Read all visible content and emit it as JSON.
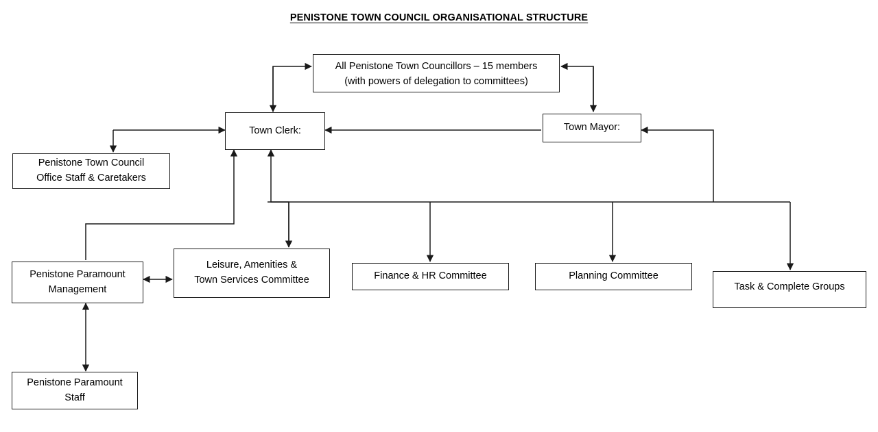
{
  "document": {
    "title": "PENISTONE TOWN COUNCIL ORGANISATIONAL STRUCTURE"
  },
  "chart_data": {
    "type": "diagram",
    "diagram_type": "organisational-chart",
    "title": "PENISTONE TOWN COUNCIL ORGANISATIONAL STRUCTURE",
    "orientation": "top-down",
    "node_count": 11,
    "nodes": [
      {
        "id": "councillors",
        "lines": [
          "All Penistone Town Councillors – 15 members",
          "(with powers of delegation to committees)"
        ],
        "level": 1
      },
      {
        "id": "town-clerk",
        "lines": [
          "Town Clerk:"
        ],
        "level": 2
      },
      {
        "id": "town-mayor",
        "lines": [
          "Town Mayor:"
        ],
        "level": 2
      },
      {
        "id": "office-staff",
        "lines": [
          "Penistone Town Council",
          "Office Staff & Caretakers"
        ],
        "level": 3
      },
      {
        "id": "paramount-management",
        "lines": [
          "Penistone Paramount",
          "Management"
        ],
        "level": 4
      },
      {
        "id": "leisure-committee",
        "lines": [
          "Leisure, Amenities &",
          "Town Services Committee"
        ],
        "level": 4
      },
      {
        "id": "finance-committee",
        "lines": [
          "Finance & HR Committee"
        ],
        "level": 4
      },
      {
        "id": "planning-committee",
        "lines": [
          "Planning Committee"
        ],
        "level": 4
      },
      {
        "id": "task-groups",
        "lines": [
          "Task & Complete Groups"
        ],
        "level": 4
      },
      {
        "id": "paramount-staff",
        "lines": [
          "Penistone Paramount",
          "Staff"
        ],
        "level": 5
      }
    ],
    "edges": [
      {
        "from": "town-clerk",
        "to": "councillors",
        "arrows": "single"
      },
      {
        "from": "town-mayor",
        "to": "councillors",
        "arrows": "single"
      },
      {
        "from": "councillors",
        "to": "town-clerk",
        "arrows": "single"
      },
      {
        "from": "councillors",
        "to": "town-mayor",
        "arrows": "single"
      },
      {
        "from": "town-mayor",
        "to": "town-clerk",
        "arrows": "double"
      },
      {
        "from": "town-clerk",
        "to": "office-staff",
        "arrows": "single"
      },
      {
        "from": "paramount-management",
        "to": "town-clerk",
        "arrows": "single"
      },
      {
        "from": "leisure-committee",
        "to": "town-clerk",
        "arrows": "single"
      },
      {
        "from": "bus",
        "to": "leisure-committee",
        "arrows": "single"
      },
      {
        "from": "bus",
        "to": "finance-committee",
        "arrows": "single"
      },
      {
        "from": "bus",
        "to": "planning-committee",
        "arrows": "single"
      },
      {
        "from": "bus",
        "to": "task-groups",
        "arrows": "single"
      },
      {
        "from": "bus",
        "to": "town-mayor",
        "arrows": "single"
      },
      {
        "from": "paramount-management",
        "to": "leisure-committee",
        "arrows": "double"
      },
      {
        "from": "paramount-management",
        "to": "paramount-staff",
        "arrows": "double"
      }
    ],
    "colors": {
      "stroke": "#1a1a1a",
      "fill": "#ffffff",
      "text": "#000000"
    }
  },
  "nodes": {
    "councillors": {
      "line1": "All Penistone Town Councillors – 15 members",
      "line2": "(with powers of delegation to committees)"
    },
    "town_clerk": {
      "line1": "Town Clerk:"
    },
    "town_mayor": {
      "line1": "Town Mayor:"
    },
    "office_staff": {
      "line1": "Penistone Town Council",
      "line2": "Office Staff & Caretakers"
    },
    "paramount_management": {
      "line1": "Penistone Paramount",
      "line2": "Management"
    },
    "leisure_committee": {
      "line1": "Leisure, Amenities &",
      "line2": "Town Services Committee"
    },
    "finance_committee": {
      "line1": "Finance & HR Committee"
    },
    "planning_committee": {
      "line1": "Planning Committee"
    },
    "task_groups": {
      "line1": "Task & Complete Groups"
    },
    "paramount_staff": {
      "line1": "Penistone Paramount",
      "line2": "Staff"
    }
  }
}
